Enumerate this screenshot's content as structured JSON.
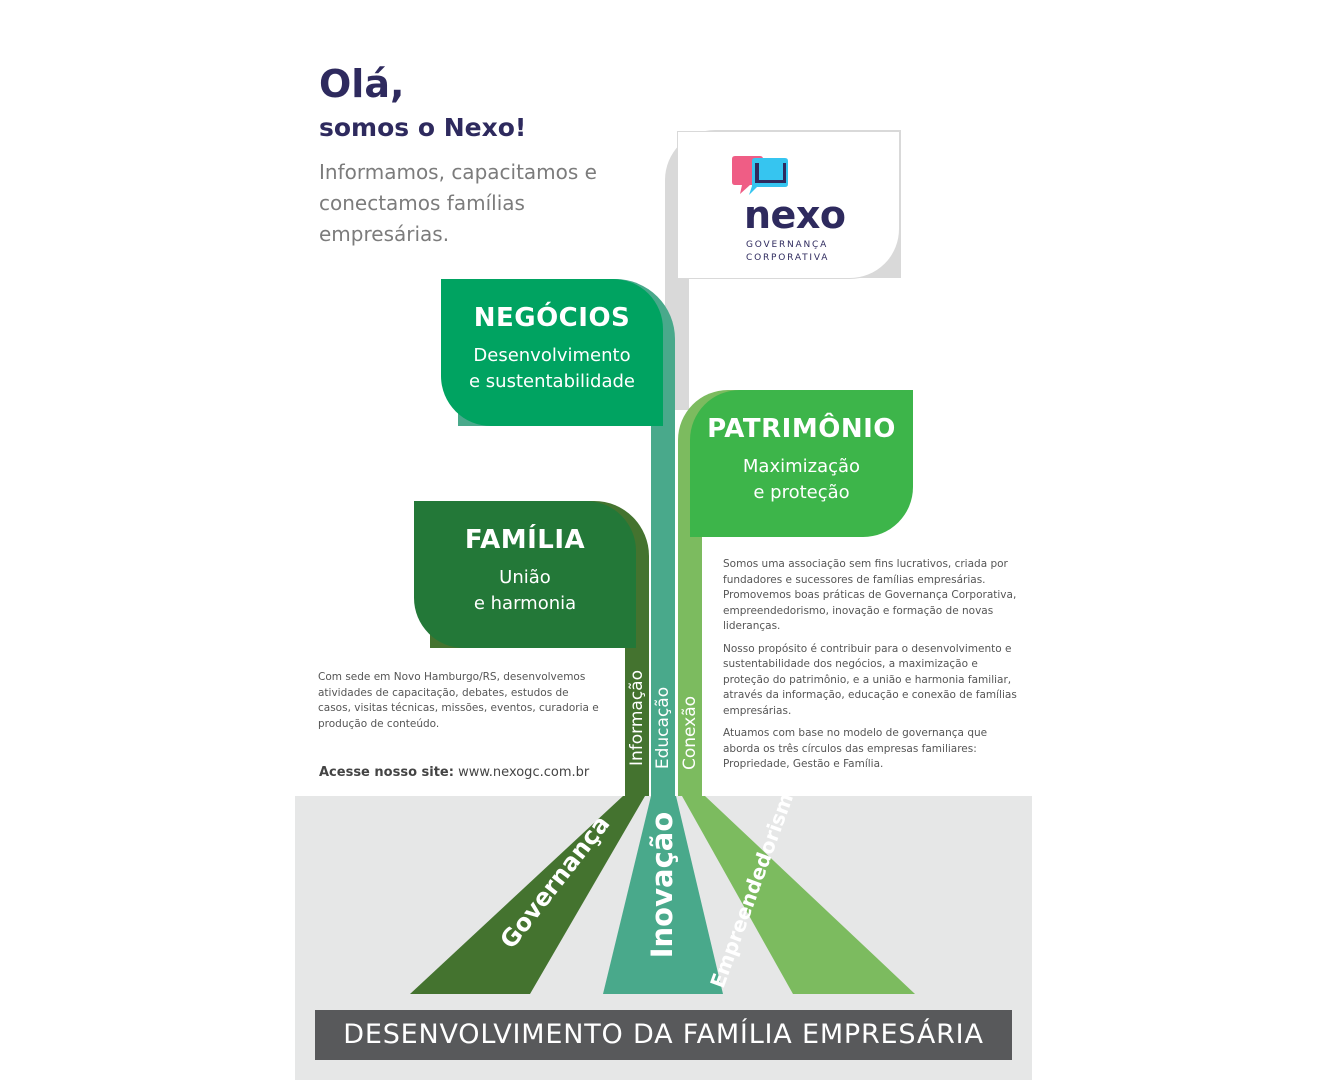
{
  "header": {
    "greeting": "Olá,",
    "subtitle": "somos o Nexo!",
    "intro": "Informamos, capacitamos e conectamos famílias empresárias."
  },
  "logo": {
    "icon": "nexo-speech-bubbles-icon",
    "wordmark": "nexo",
    "subtitle_line1": "GOVERNANÇA",
    "subtitle_line2": "CORPORATIVA"
  },
  "leaves": {
    "negocios": {
      "title": "NEGÓCIOS",
      "line1": "Desenvolvimento",
      "line2": "e sustentabilidade"
    },
    "patrimonio": {
      "title": "PATRIMÔNIO",
      "line1": "Maximização",
      "line2": "e proteção"
    },
    "familia": {
      "title": "FAMÍLIA",
      "line1": "União",
      "line2": "e harmonia"
    }
  },
  "stems": {
    "informacao": "Informação",
    "educacao": "Educação",
    "conexao": "Conexão"
  },
  "roots": {
    "governanca": "Governança",
    "inovacao": "Inovação",
    "empreendedorismo": "Empreendedorismo"
  },
  "left_text": "Com sede em Novo Hamburgo/RS, desenvolvemos atividades de capacitação, debates, estudos de casos, visitas técnicas, missões, eventos, curadoria e produção de conteúdo.",
  "site": {
    "label": "Acesse nosso site:",
    "url": "www.nexogc.com.br"
  },
  "right_text": {
    "p1": "Somos uma associação sem fins lucrativos, criada por fundadores e sucessores de famílias empresárias. Promovemos boas práticas de Governança Corporativa, empreendedorismo, inovação e formação de novas lideranças.",
    "p2": "Nosso propósito é contribuir para o desenvolvimento e sustentabilidade dos negócios, a maximização e proteção do patrimônio, e a união e harmonia familiar, através da informação, educação e conexão de famílias empresárias.",
    "p3": "Atuamos com base no modelo de governança que aborda os três círculos das empresas familiares: Propriedade, Gestão e Família."
  },
  "banner": "DESENVOLVIMENTO DA FAMÍLIA EMPRESÁRIA",
  "colors": {
    "navy": "#2e2a5e",
    "green_dark": "#237838",
    "green_mid": "#00a361",
    "green_light": "#3db54a",
    "teal": "#4aa58a",
    "banner_gray": "#58595b",
    "logo_pink": "#ef5d85",
    "logo_blue": "#36c5f0"
  }
}
